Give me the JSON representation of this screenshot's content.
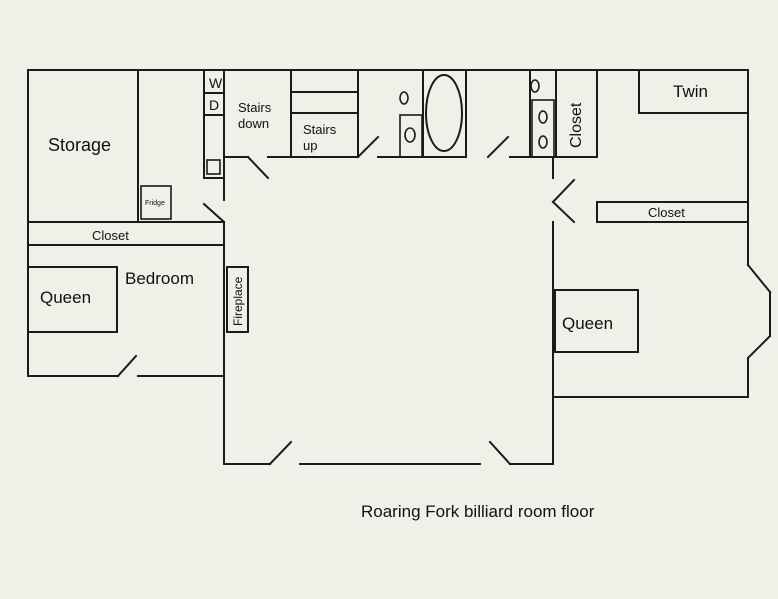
{
  "caption": "Roaring Fork billiard room floor",
  "rooms": {
    "storage": "Storage",
    "bedroom": "Bedroom",
    "queen_left": "Queen",
    "queen_right": "Queen",
    "twin": "Twin",
    "closet_left": "Closet",
    "closet_right": "Closet",
    "closet_vertical": "Closet",
    "fireplace": "Fireplace",
    "fridge": "Fridge",
    "washer": "W",
    "dryer": "D",
    "stairs_down_1": "Stairs",
    "stairs_down_2": "down",
    "stairs_up_1": "Stairs",
    "stairs_up_2": "up"
  }
}
